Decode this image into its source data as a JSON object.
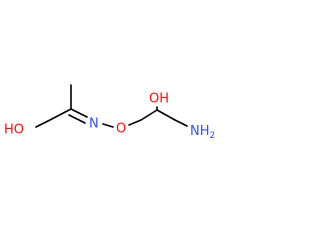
{
  "labels": {
    "hydroxyl_left": "HO",
    "imine_nitrogen": "N",
    "ether_oxygen": "O",
    "hydroxyl_middle": "OH",
    "amine_main": "NH",
    "amine_subscript": "2"
  },
  "colors": {
    "bond": "#000000",
    "oxygen": "#ff0d0d",
    "nitrogen": "#3050f8"
  }
}
